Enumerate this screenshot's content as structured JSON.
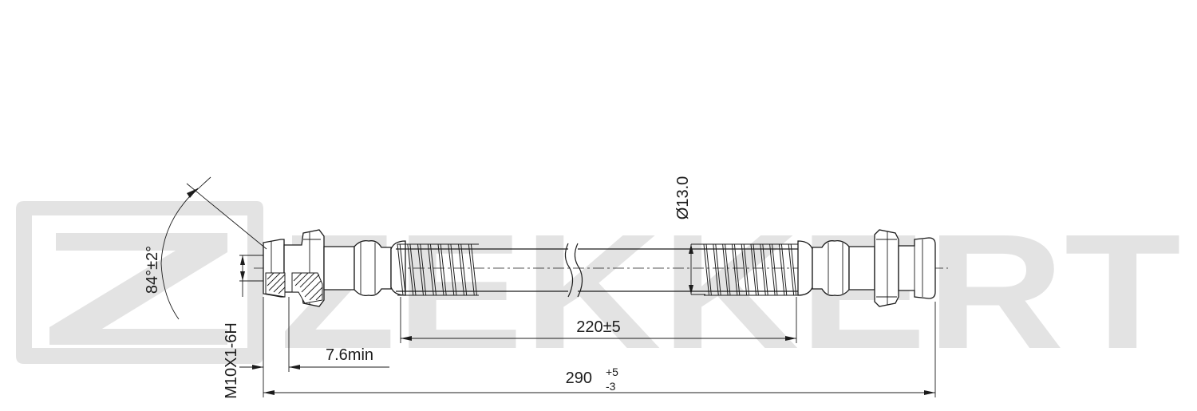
{
  "watermark": {
    "brand": "ZEKKERT",
    "color": "#e3e3e3"
  },
  "dimensions": {
    "overall_length": "290",
    "overall_tol_upper": "+5",
    "overall_tol_lower": "-3",
    "hose_length": "220±5",
    "hose_diameter": "Ø13.0",
    "thread_engagement": "7.6min",
    "thread_spec": "M10X1-6H",
    "flare_angle": "84°±2°"
  },
  "colors": {
    "line": "#1c1c1c",
    "background": "#ffffff"
  }
}
